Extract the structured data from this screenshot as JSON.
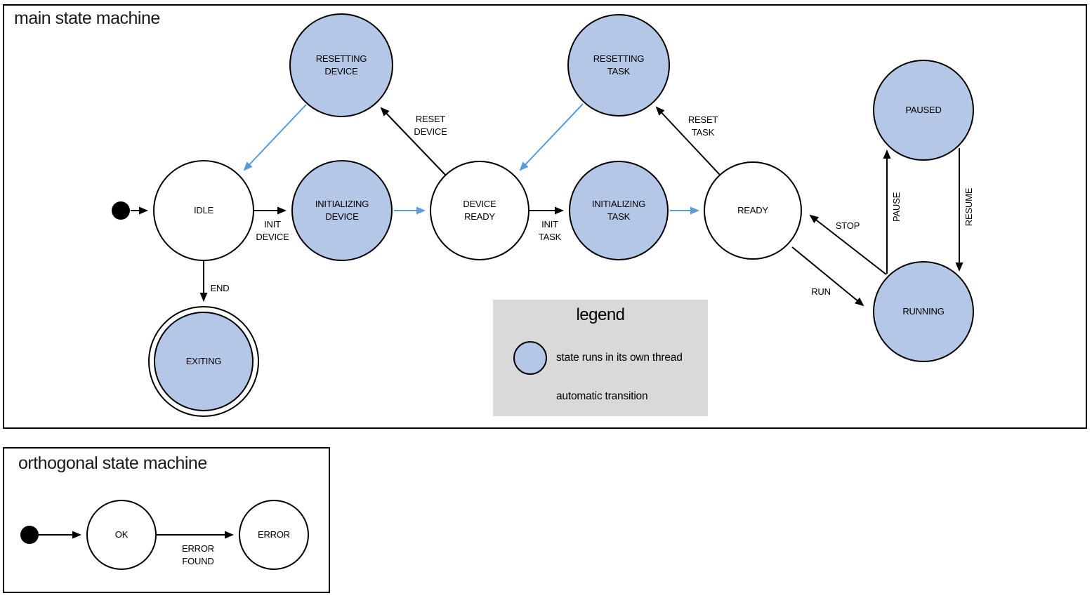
{
  "colors": {
    "threaded_state_fill": "#b4c7e7",
    "state_stroke": "#000000",
    "auto_transition_arrow": "#5b9bd5",
    "legend_background": "#d9d9d9"
  },
  "main_panel": {
    "title": "main state machine",
    "states": {
      "idle": "IDLE",
      "resetting_device": "RESETTING DEVICE",
      "initializing_device": "INITIALIZING DEVICE",
      "device_ready": "DEVICE READY",
      "resetting_task": "RESETTING TASK",
      "initializing_task": "INITIALIZING TASK",
      "ready": "READY",
      "paused": "PAUSED",
      "running": "RUNNING",
      "exiting": "EXITING"
    },
    "transitions": {
      "init_device": "INIT DEVICE",
      "reset_device": "RESET DEVICE",
      "init_task": "INIT TASK",
      "reset_task": "RESET TASK",
      "end": "END",
      "stop": "STOP",
      "run": "RUN",
      "pause": "PAUSE",
      "resume": "RESUME"
    }
  },
  "legend": {
    "title": "legend",
    "threaded_state_label": "state runs in its own thread",
    "auto_transition_label": "automatic transition"
  },
  "orthogonal_panel": {
    "title": "orthogonal state machine",
    "states": {
      "ok": "OK",
      "error": "ERROR"
    },
    "transitions": {
      "error_found": "ERROR FOUND"
    }
  }
}
